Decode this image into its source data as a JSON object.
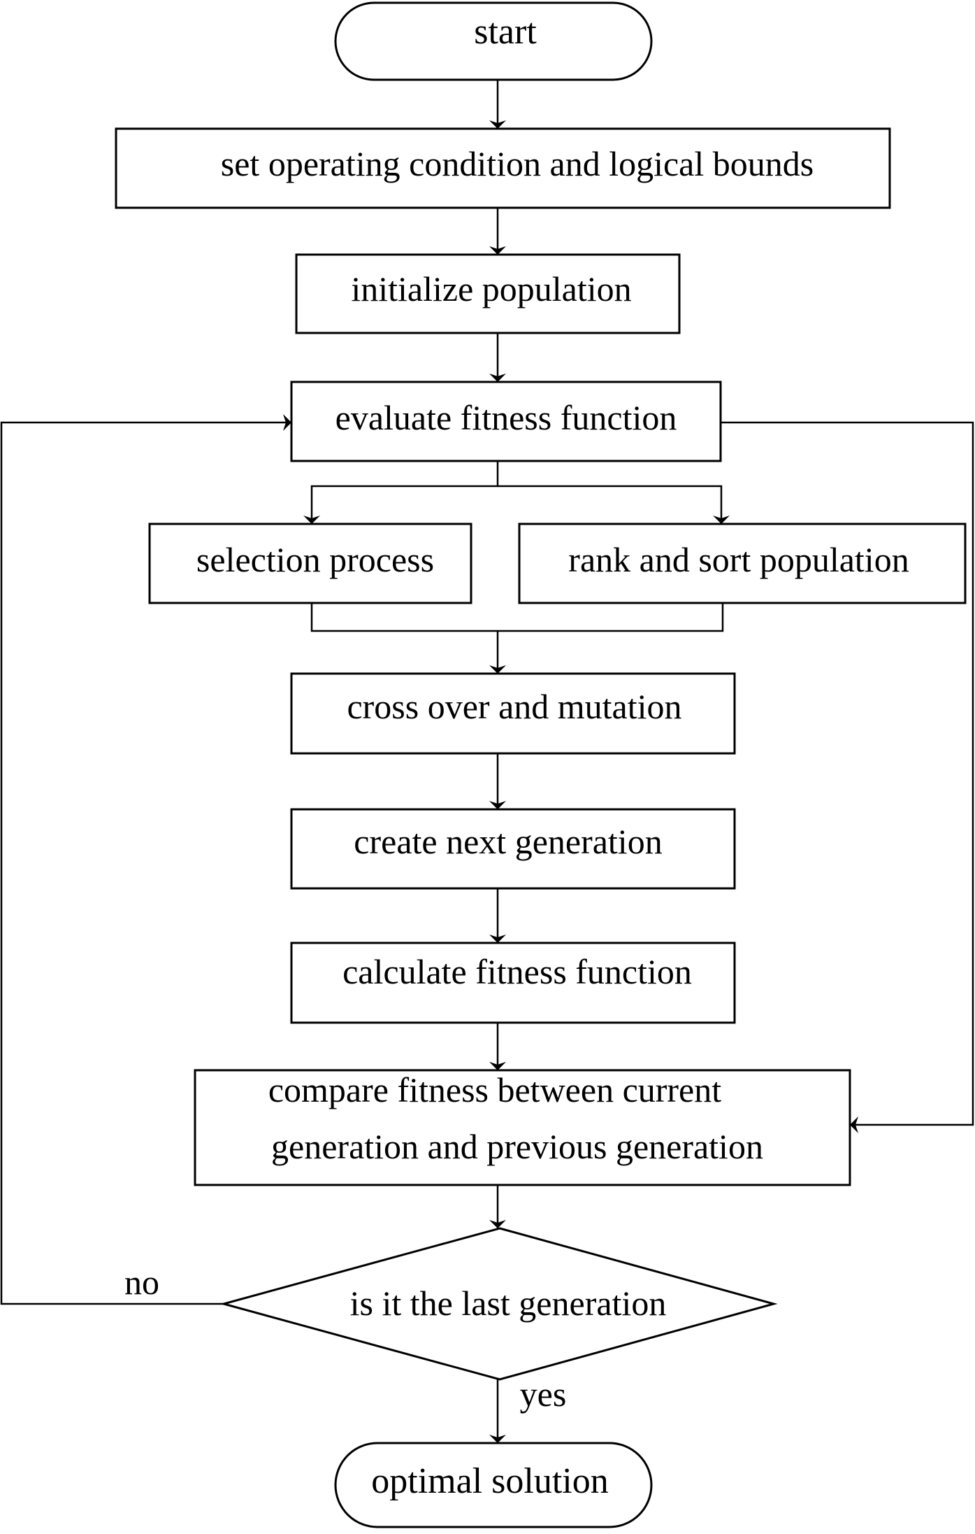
{
  "diagram": {
    "type": "flowchart",
    "nodes": {
      "start": "start",
      "set_bounds": "set operating condition and logical bounds",
      "init_pop": "initialize population",
      "evaluate": "evaluate fitness function",
      "selection": "selection process",
      "rank_sort": "rank and sort population",
      "crossover": "cross over and mutation",
      "next_gen": "create next generation",
      "calc_fitness": "calculate fitness function",
      "compare_line1": "compare fitness between current",
      "compare_line2": "generation and previous generation",
      "decision": "is it the last generation",
      "end": "optimal solution"
    },
    "branch_labels": {
      "no": "no",
      "yes": "yes"
    },
    "colors": {
      "line": "#000000",
      "background": "#ffffff"
    }
  }
}
